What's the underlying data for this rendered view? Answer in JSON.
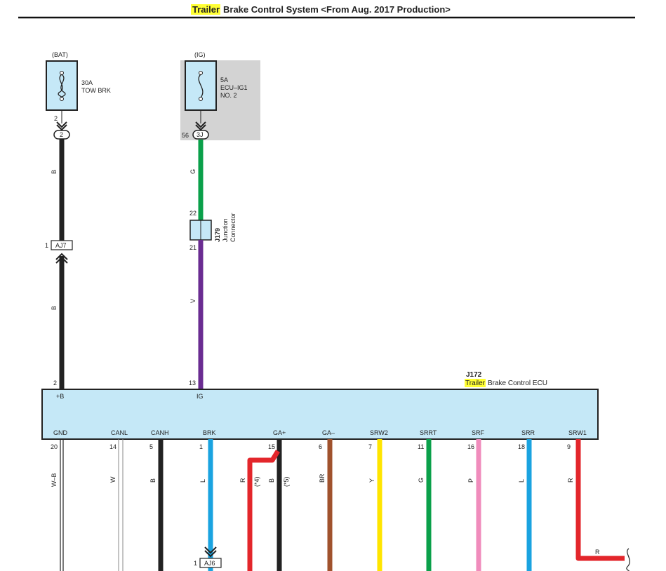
{
  "title": {
    "highlight": "Trailer",
    "rest": "Brake Control System <From Aug. 2017 Production>"
  },
  "fuses": {
    "bat": {
      "source": "(BAT)",
      "rating": "30A",
      "name": "TOW BRK",
      "pin": "2",
      "connector": "2"
    },
    "ig": {
      "source": "(IG)",
      "rating": "5A",
      "name_line1": "ECU–IG1",
      "name_line2": "NO. 2",
      "pin": "56",
      "connector": "3J"
    }
  },
  "wires_upper": {
    "b_top": "B",
    "b_bottom": "B",
    "g": "G",
    "v": "V"
  },
  "connector_aj7": {
    "pin": "1",
    "name": "AJ7"
  },
  "junction": {
    "id": "J179",
    "line1": "Junction",
    "line2": "Connector",
    "pin_top": "22",
    "pin_bottom": "21"
  },
  "ecu": {
    "id": "J172",
    "name_highlight": "Trailer",
    "name_rest": "Brake Control ECU",
    "top_pins": [
      {
        "pin": "2",
        "label": "+B"
      },
      {
        "pin": "13",
        "label": "IG"
      }
    ],
    "bottom_terminals": [
      {
        "label": "GND",
        "pin": "20",
        "wire": "W–B",
        "color": "#ffffff"
      },
      {
        "label": "CANL",
        "pin": "14",
        "wire": "W",
        "color": "#ffffff"
      },
      {
        "label": "CANH",
        "pin": "5",
        "wire": "B",
        "color": "#222222"
      },
      {
        "label": "BRK",
        "pin": "1",
        "wire": "L",
        "color": "#1aa3e0"
      },
      {
        "label": "GA+",
        "pin": "15",
        "wire": "R",
        "color": "#e3262b",
        "note1": "(*4)",
        "wire2": "B",
        "note2": "(*5)"
      },
      {
        "label": "GA–",
        "pin": "6",
        "wire": "BR",
        "color": "#a0522d"
      },
      {
        "label": "SRW2",
        "pin": "7",
        "wire": "Y",
        "color": "#ffe500"
      },
      {
        "label": "SRRT",
        "pin": "11",
        "wire": "G",
        "color": "#0aa04a"
      },
      {
        "label": "SRF",
        "pin": "16",
        "wire": "P",
        "color": "#f08cbc"
      },
      {
        "label": "SRR",
        "pin": "18",
        "wire": "L",
        "color": "#1aa3e0"
      },
      {
        "label": "SRW1",
        "pin": "9",
        "wire": "R",
        "color": "#e3262b"
      }
    ]
  },
  "connector_aj6": {
    "pin": "1",
    "name": "AJ6"
  },
  "srw1_branch_wire": "R",
  "colors": {
    "black": "#222222",
    "green": "#0aa04a",
    "violet": "#6a2c91",
    "ecu_fill": "#c5e8f7",
    "fuse_fill": "#c5e8f7",
    "shade": "#d3d3d3",
    "highlight": "#ffff33"
  }
}
